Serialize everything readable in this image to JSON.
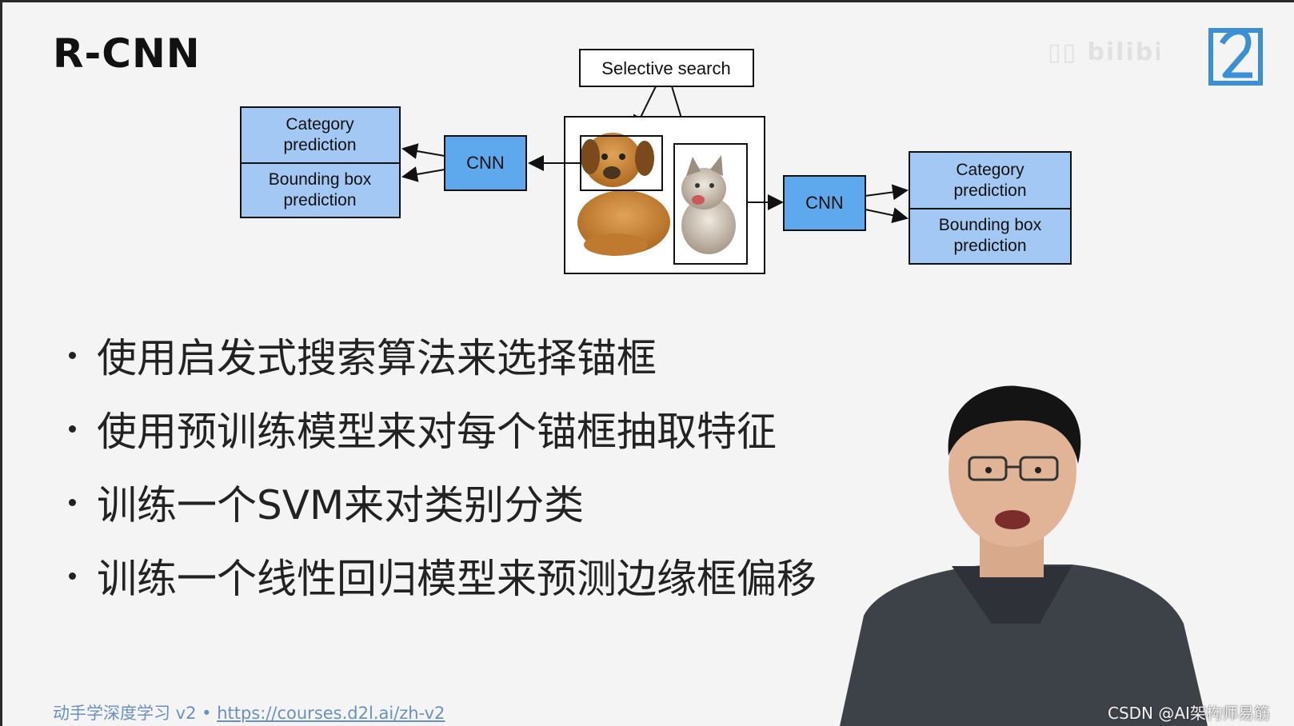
{
  "slide": {
    "title": "R-CNN",
    "bullets": [
      "使用启发式搜索算法来选择锚框",
      "使用预训练模型来对每个锚框抽取特征",
      "训练一个SVM来对类别分类",
      "训练一个线性回归模型来预测边缘框偏移"
    ]
  },
  "diagram": {
    "selective_search": "Selective search",
    "left_cnn": "CNN",
    "right_cnn": "CNN",
    "left_output": {
      "category_line1": "Category",
      "category_line2": "prediction",
      "bbox_line1": "Bounding box",
      "bbox_line2": "prediction"
    },
    "right_output": {
      "category_line1": "Category",
      "category_line2": "prediction",
      "bbox_line1": "Bounding box",
      "bbox_line2": "prediction"
    }
  },
  "footer": {
    "course": "动手学深度学习 v2 • ",
    "url": "https://courses.d2l.ai/zh-v2",
    "credit": "CSDN @AI架构师易筋"
  },
  "colors": {
    "box_fill": "#a4c8f4",
    "cnn_fill": "#5ea8ee",
    "link": "#6b90c0"
  },
  "icons": {
    "logo": "d2l-logo-icon",
    "watermark": "bilibili-watermark"
  }
}
